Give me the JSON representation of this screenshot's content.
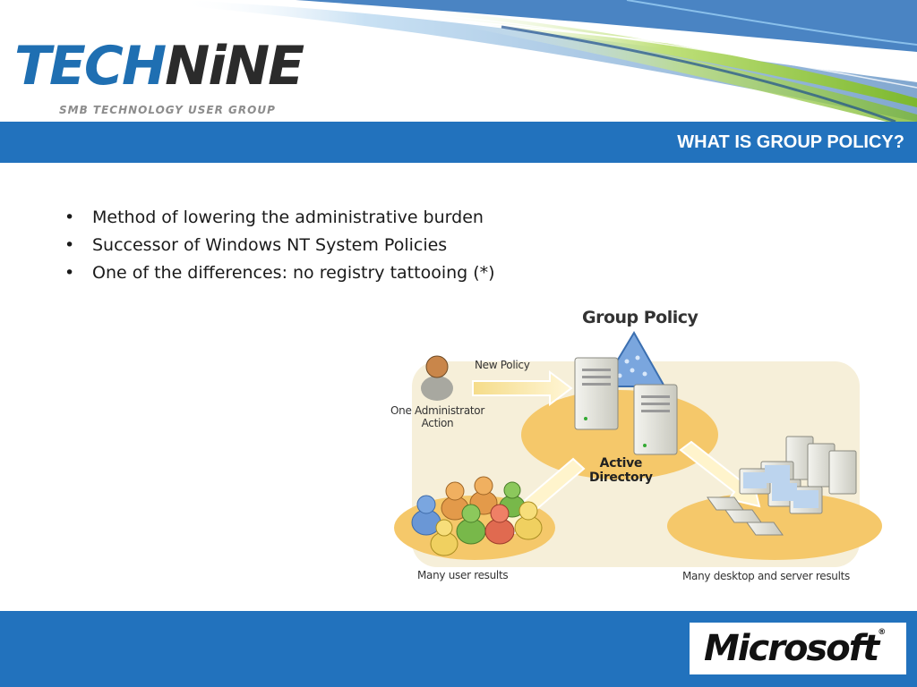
{
  "header": {
    "logo": {
      "part1": "TECH",
      "part2": "NiNE",
      "tagline": "SMB TECHNOLOGY USER GROUP"
    }
  },
  "slide": {
    "title": "WHAT IS GROUP POLICY?",
    "bullets": [
      "Method of lowering the administrative burden",
      "Successor of Windows NT System Policies",
      "One of the differences: no registry tattooing (*)"
    ]
  },
  "diagram": {
    "title": "Group Policy",
    "new_policy": "New Policy",
    "admin_action": [
      "One Administrator",
      "Action"
    ],
    "active_directory": [
      "Active",
      "Directory"
    ],
    "user_results": "Many user results",
    "machine_results": "Many desktop and server results"
  },
  "footer": {
    "brand": "Microsoft",
    "reg": "®"
  }
}
